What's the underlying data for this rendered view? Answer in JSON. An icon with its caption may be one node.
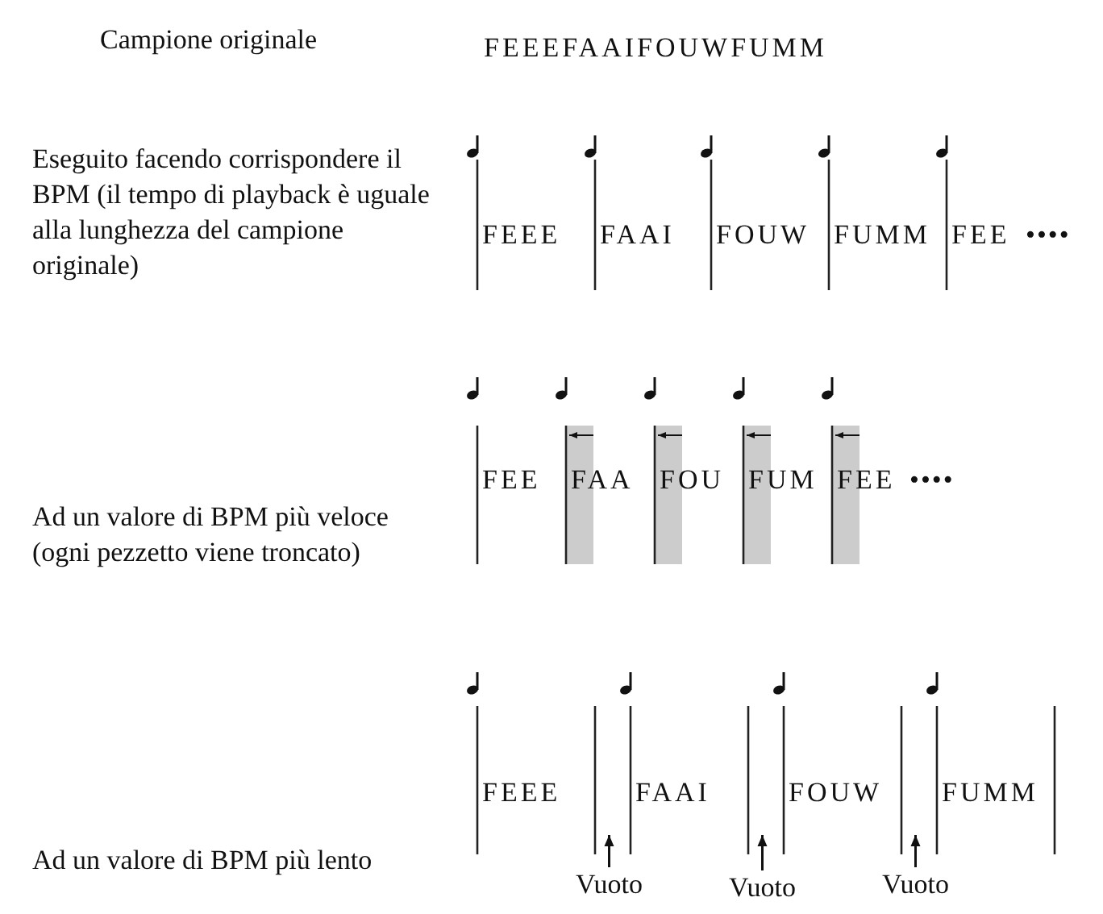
{
  "diagram": {
    "nodes": [
      {
        "text": [
          "Vuoto"
        ]
      },
      {
        "text": [
          "Vuoto"
        ]
      },
      {
        "text": [
          "Vuoto"
        ]
      }
    ],
    "edges": [
      {
        "from": 0,
        "to": null,
        "arrow": "to"
      },
      {
        "from": 1,
        "to": null,
        "arrow": "to"
      },
      {
        "from": 2,
        "to": null,
        "arrow": "to"
      }
    ],
    "labels": [
      "Campione originale",
      "FEEEFAAIFOUWFUMM",
      "Eseguito facendo corrispondere il BPM (il tempo di playback è uguale alla lunghezza del campione originale)",
      "FEEE",
      "FAAI",
      "FOUW",
      "FUMM",
      "FEE",
      "••••",
      "Ad un valore di BPM più veloce (ogni pezzetto viene troncato)",
      "FEE",
      "FAA",
      "FOU",
      "FUM",
      "FEE",
      "••••",
      "Ad un valore di BPM più lento",
      "FEEE",
      "FAAI",
      "FOUW",
      "FUMM"
    ]
  }
}
